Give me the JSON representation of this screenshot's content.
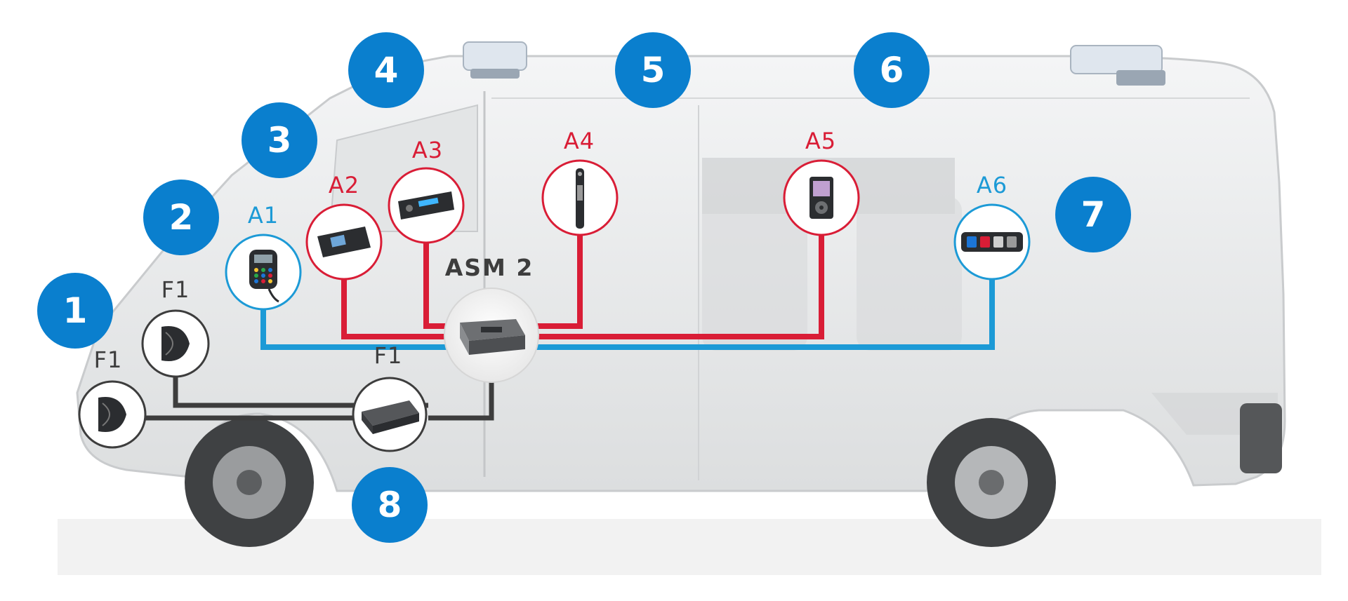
{
  "colors": {
    "accent_blue": "#0a7fce",
    "audio_red": "#d91d36",
    "audio_blue": "#1c9ad6",
    "power_dark": "#3d3d3d",
    "van_body": "#e9eaeb"
  },
  "numbered_badges": [
    "1",
    "2",
    "3",
    "4",
    "5",
    "6",
    "7",
    "8"
  ],
  "central_unit": {
    "label": "ASM 2"
  },
  "devices": [
    {
      "label": "A1",
      "color": "audio_blue",
      "icon": "control-panel-icon"
    },
    {
      "label": "A2",
      "color": "audio_red",
      "icon": "mobile-radio-icon"
    },
    {
      "label": "A3",
      "color": "audio_red",
      "icon": "car-stereo-icon"
    },
    {
      "label": "A4",
      "color": "audio_red",
      "icon": "handheld-radio-icon"
    },
    {
      "label": "A5",
      "color": "audio_red",
      "icon": "media-player-icon"
    },
    {
      "label": "A6",
      "color": "audio_blue",
      "icon": "switch-panel-icon"
    },
    {
      "label": "F1",
      "color": "power_dark",
      "icon": "speaker-icon"
    },
    {
      "label": "F1",
      "color": "power_dark",
      "icon": "speaker-icon"
    },
    {
      "label": "F1",
      "color": "power_dark",
      "icon": "amplifier-icon"
    }
  ]
}
